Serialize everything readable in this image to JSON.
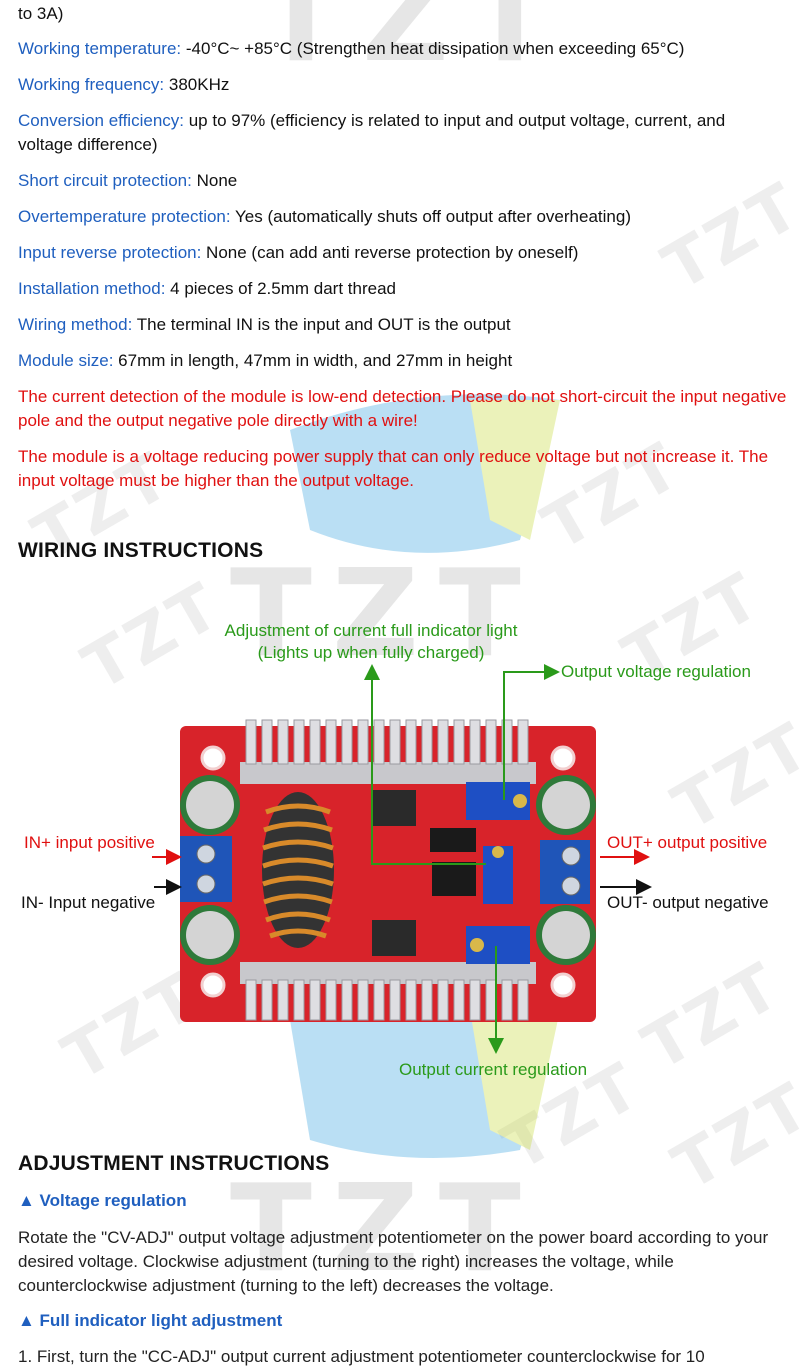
{
  "specs": [
    {
      "key": "",
      "value": "to 3A)"
    },
    {
      "key": "Working temperature:",
      "value": " -40°C~ +85°C (Strengthen heat dissipation when exceeding 65°C)"
    },
    {
      "key": "Working frequency:",
      "value": " 380KHz"
    },
    {
      "key": "Conversion efficiency:",
      "value": " up to 97% (efficiency is related to input and output voltage, current, and voltage difference)"
    },
    {
      "key": "Short circuit protection:",
      "value": " None"
    },
    {
      "key": "Overtemperature protection:",
      "value": " Yes (automatically shuts off output after overheating)"
    },
    {
      "key": "Input reverse protection:",
      "value": " None (can add anti reverse protection by oneself)"
    },
    {
      "key": "Installation method:",
      "value": " 4 pieces of 2.5mm dart thread"
    },
    {
      "key": "Wiring method:",
      "value": " The terminal IN is the input and OUT is the output"
    },
    {
      "key": "Module size:",
      "value": " 67mm in length, 47mm in width, and 27mm in height"
    }
  ],
  "warnings": [
    "The current detection of the module is low-end detection. Please do not short-circuit the input negative pole and the output negative pole directly with a wire!",
    "The module is a voltage reducing power supply that can only reduce voltage but not increase it. The input voltage must be higher than the output voltage."
  ],
  "wiring": {
    "heading": "WIRING INSTRUCTIONS",
    "label_full_indicator_1": "Adjustment of current full indicator light",
    "label_full_indicator_2": "(Lights up when fully charged)",
    "label_output_voltage": "Output voltage regulation",
    "label_in_plus": "IN+ input positive",
    "label_in_minus": "IN- Input negative",
    "label_out_plus": "OUT+ output positive",
    "label_out_minus": "OUT- output negative",
    "label_output_current": "Output current regulation"
  },
  "adjustment": {
    "heading": "ADJUSTMENT INSTRUCTIONS",
    "voltage_title": "▲ Voltage regulation",
    "voltage_text": "Rotate the \"CV-ADJ\" output voltage adjustment potentiometer on the power board according to your desired voltage. Clockwise adjustment (turning to the right) increases the voltage, while counterclockwise adjustment (turning to the left) decreases the voltage.",
    "indicator_title": "▲ Full indicator light adjustment",
    "indicator_text": "1. First, turn the \"CC-ADJ\" output current adjustment potentiometer counterclockwise for 10"
  },
  "watermark": "TZT",
  "colors": {
    "key_blue": "#1f5fbf",
    "warning_red": "#e01010",
    "label_green": "#2a9a1a",
    "board_red": "#d8232a"
  }
}
